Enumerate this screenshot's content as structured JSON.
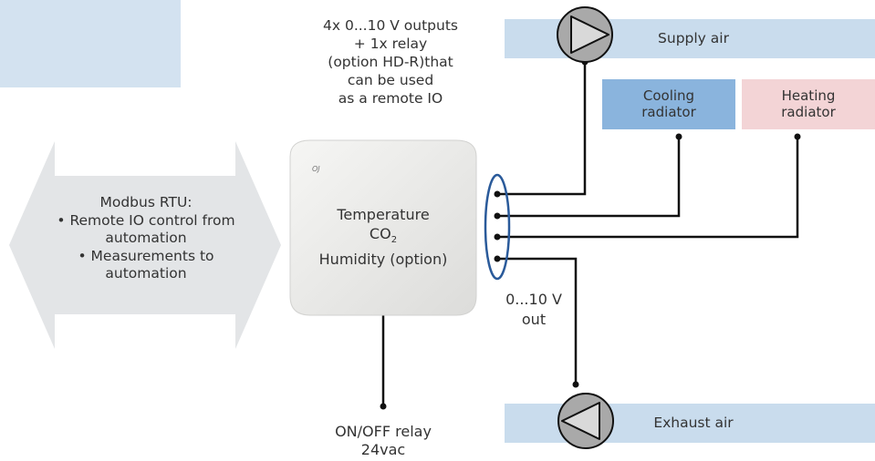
{
  "outputs_note": [
    "4x 0...10 V outputs",
    "+ 1x relay",
    "(option HD-R)that",
    "can be used",
    "as a remote IO"
  ],
  "supply_air": "Supply air",
  "exhaust_air": "Exhaust air",
  "cooling": [
    "Cooling",
    "radiator"
  ],
  "heating": [
    "Heating",
    "radiator"
  ],
  "modbus": {
    "title": "Modbus RTU:",
    "bullet1": [
      "• Remote IO control from",
      "automation"
    ],
    "bullet2": [
      "• Measurements to",
      "automation"
    ]
  },
  "device": {
    "line1": "Temperature",
    "co2": "CO",
    "co2_sub": "2",
    "line3": "Humidity (option)",
    "logo": "OJ"
  },
  "analog_out": [
    "0...10 V",
    "out"
  ],
  "relay": [
    "ON/OFF relay",
    "24vac"
  ],
  "colors": {
    "duct": "#c9dced",
    "cooling": "#8ab4dd",
    "heating": "#f3d4d6",
    "fan": "#a9a9a9",
    "arrow": "#e3e5e7",
    "connector": "#2a5a9a",
    "corner": "#d3e2f0"
  }
}
